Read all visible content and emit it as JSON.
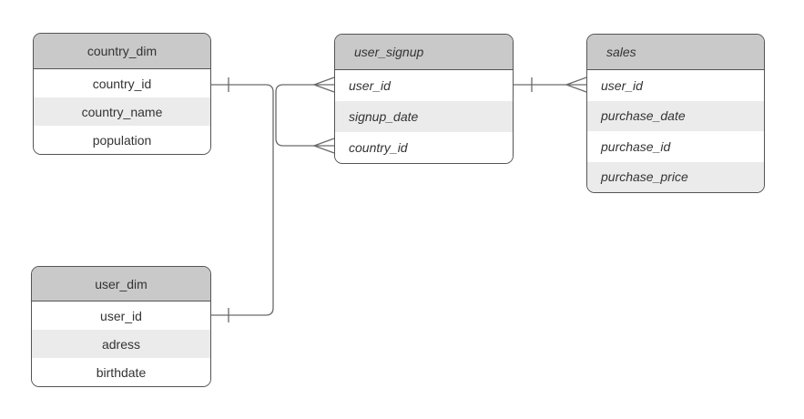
{
  "tables": [
    {
      "name": "country_dim",
      "fields": [
        "country_id",
        "country_name",
        "population"
      ]
    },
    {
      "name": "user_signup",
      "fields": [
        "user_id",
        "signup_date",
        "country_id"
      ]
    },
    {
      "name": "sales",
      "fields": [
        "user_id",
        "purchase_date",
        "purchase_id",
        "purchase_price"
      ]
    },
    {
      "name": "user_dim",
      "fields": [
        "user_id",
        "adress",
        "birthdate"
      ]
    }
  ],
  "relationships": [
    {
      "from_table": "country_dim",
      "from_field": "country_id",
      "from_cardinality": "one",
      "to_table": "user_signup",
      "to_field": "country_id",
      "to_cardinality": "many"
    },
    {
      "from_table": "user_dim",
      "from_field": "user_id",
      "from_cardinality": "one",
      "to_table": "user_signup",
      "to_field": "user_id",
      "to_cardinality": "many"
    },
    {
      "from_table": "user_signup",
      "from_field": "user_id",
      "from_cardinality": "one",
      "to_table": "sales",
      "to_field": "user_id",
      "to_cardinality": "many"
    }
  ],
  "colors": {
    "background": "#ffffff",
    "header-fill": "#c9c9c9",
    "row-fill": "#ffffff",
    "row-alt-fill": "#ebebeb",
    "table-border": "#545454",
    "connector": "#6a6a6a",
    "text": "#333333"
  }
}
